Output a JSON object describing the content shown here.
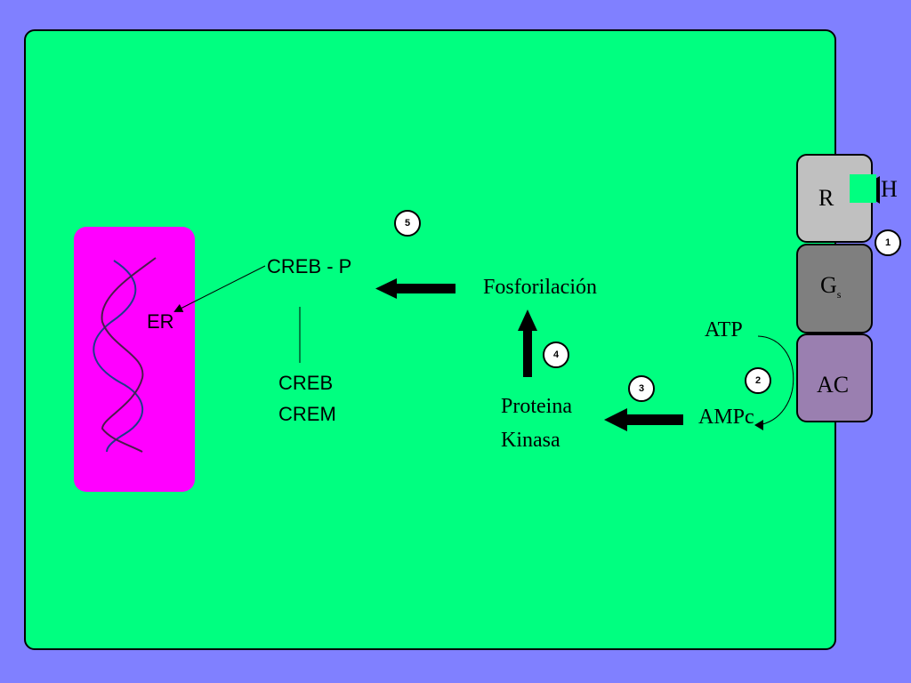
{
  "labels": {
    "er": "ER",
    "creb_p": "CREB - P",
    "creb": "CREB",
    "crem": "CREM",
    "fosforilacion": "Fosforilación",
    "proteina": "Proteina",
    "kinasa": "Kinasa",
    "atp": "ATP",
    "ampc": "AMPc",
    "hormone": "H"
  },
  "receptor_complex": {
    "r": "R",
    "gs_main": "G",
    "gs_sub": "s",
    "ac": "AC"
  },
  "steps": [
    "1",
    "2",
    "3",
    "4",
    "5"
  ],
  "colors": {
    "background": "#8080ff",
    "cell": "#00ff80",
    "nucleus": "#ff00ff",
    "dna_strand_a": "#1f3a8a",
    "dna_strand_b": "#4b1b4b",
    "receptor": "#c0c0c0",
    "g_protein": "#7f7f7f",
    "adenylate_cyclase": "#9a7fb0",
    "arrow": "#000000"
  }
}
